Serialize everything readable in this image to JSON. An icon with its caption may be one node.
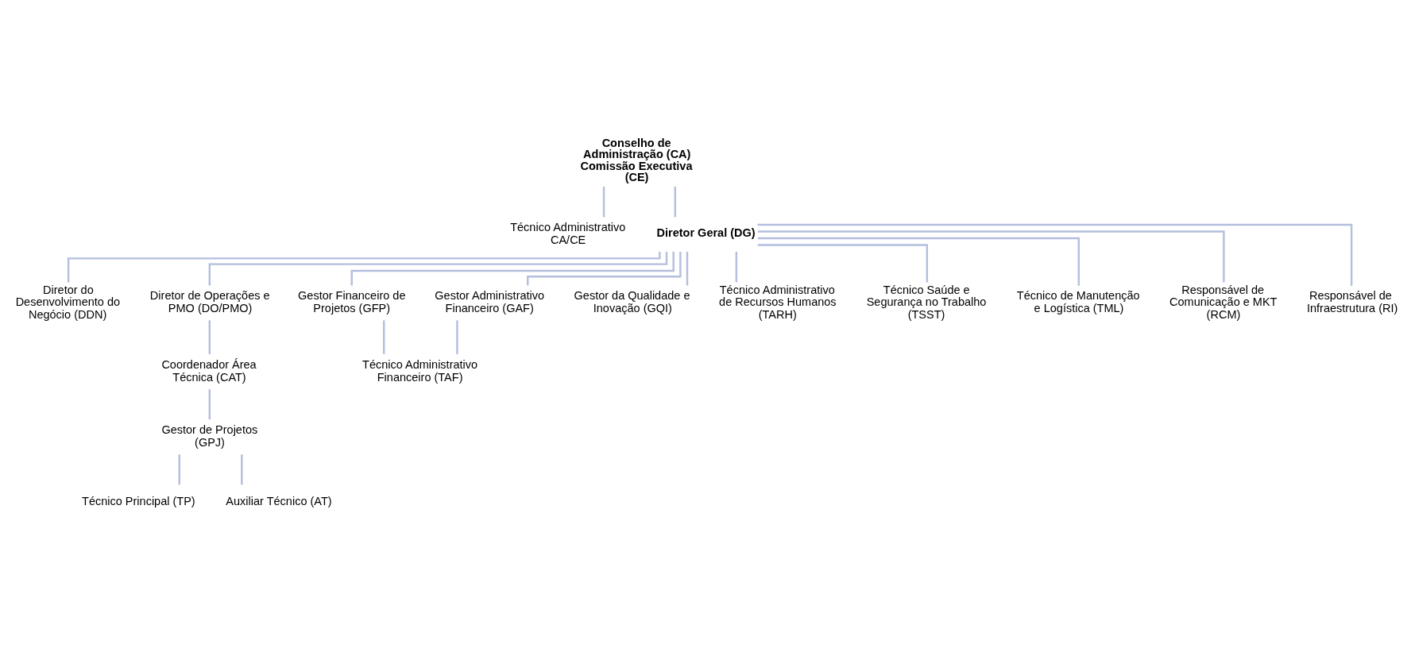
{
  "diagram": {
    "nodes": [
      {
        "text": [
          "Conselho de Administração (CA)",
          "Comissão Executiva (CE)"
        ]
      },
      {
        "text": [
          "Técnico Administrativo CA/CE"
        ]
      },
      {
        "text": [
          "Diretor Geral (DG)"
        ]
      },
      {
        "text": [
          "Diretor do Desenvolvimento do Negócio (DDN)"
        ]
      },
      {
        "text": [
          "Diretor de Operações e PMO (DO/PMO)"
        ]
      },
      {
        "text": [
          "Coordenador Área Técnica (CAT)"
        ]
      },
      {
        "text": [
          "Gestor de Projetos (GPJ)"
        ]
      },
      {
        "text": [
          "Técnico Principal (TP)"
        ]
      },
      {
        "text": [
          "Auxiliar Técnico (AT)"
        ]
      },
      {
        "text": [
          "Gestor Financeiro de Projetos (GFP)"
        ]
      },
      {
        "text": [
          "Gestor Administrativo Financeiro (GAF)"
        ]
      },
      {
        "text": [
          "Técnico Administrativo Financeiro (TAF)"
        ]
      },
      {
        "text": [
          "Gestor da Qualidade e Inovação (GQI)"
        ]
      },
      {
        "text": [
          "Técnico Administrativo de Recursos Humanos (TARH)"
        ]
      },
      {
        "text": [
          "Técnico Saúde e Segurança no Trabalho (TSST)"
        ]
      },
      {
        "text": [
          "Técnico de Manutenção e Logística (TML)"
        ]
      },
      {
        "text": [
          "Responsável de Comunicação e MKT (RCM)"
        ]
      },
      {
        "text": [
          "Responsável de Infraestrutura (RI)"
        ]
      }
    ],
    "edges": [
      {
        "from": 0,
        "to": 1,
        "arrow": "none"
      },
      {
        "from": 0,
        "to": 2,
        "arrow": "none"
      },
      {
        "from": 2,
        "to": 3,
        "arrow": "none"
      },
      {
        "from": 2,
        "to": 4,
        "arrow": "none"
      },
      {
        "from": 2,
        "to": 9,
        "arrow": "none"
      },
      {
        "from": 2,
        "to": 10,
        "arrow": "none"
      },
      {
        "from": 2,
        "to": 12,
        "arrow": "none"
      },
      {
        "from": 2,
        "to": 13,
        "arrow": "none"
      },
      {
        "from": 2,
        "to": 14,
        "arrow": "none"
      },
      {
        "from": 2,
        "to": 15,
        "arrow": "none"
      },
      {
        "from": 2,
        "to": 16,
        "arrow": "none"
      },
      {
        "from": 2,
        "to": 17,
        "arrow": "none"
      },
      {
        "from": 4,
        "to": 5,
        "arrow": "none"
      },
      {
        "from": 5,
        "to": 6,
        "arrow": "none"
      },
      {
        "from": 6,
        "to": 7,
        "arrow": "none"
      },
      {
        "from": 6,
        "to": 8,
        "arrow": "none"
      },
      {
        "from": 9,
        "to": 11,
        "arrow": "none"
      },
      {
        "from": 10,
        "to": 11,
        "arrow": "none"
      }
    ]
  }
}
